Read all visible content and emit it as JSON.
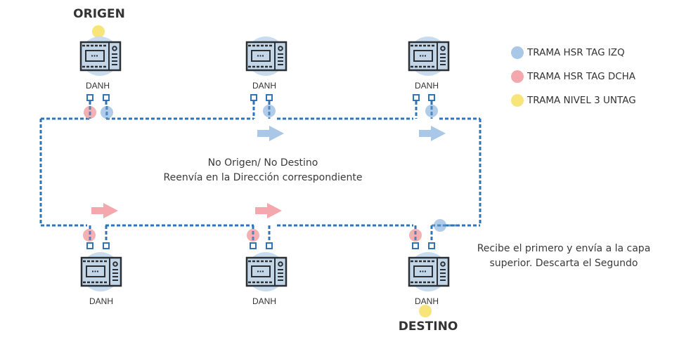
{
  "colors": {
    "izq": "#a9c7e6",
    "dcha": "#f4a7ac",
    "untag": "#f8e57a",
    "link": "#2f74b8",
    "device_halo": "#c9dcee",
    "device_stroke": "#2b2f33",
    "device_fill": "#c3d6e8"
  },
  "labels": {
    "origen": "ORIGEN",
    "destino": "DESTINO",
    "device": "DANH",
    "center_note_line1": "No Origen/ No Destino",
    "center_note_line2": "Reenvía en la Dirección correspondiente",
    "dest_note_line1": "Recibe el primero y envía a la capa",
    "dest_note_line2": "superior. Descarta el Segundo"
  },
  "legend": [
    {
      "label": "TRAMA HSR TAG IZQ",
      "color_key": "izq"
    },
    {
      "label": "TRAMA HSR TAG DCHA",
      "color_key": "dcha"
    },
    {
      "label": "TRAMA NIVEL 3 UNTAG",
      "color_key": "untag"
    }
  ],
  "devices": [
    {
      "id": "top-left",
      "row": "top",
      "col": 0,
      "role": "origen",
      "frames": {
        "left_port": "dcha",
        "right_port": "izq"
      }
    },
    {
      "id": "top-middle",
      "row": "top",
      "col": 1,
      "role": "",
      "frames": {
        "right_port": "izq"
      }
    },
    {
      "id": "top-right",
      "row": "top",
      "col": 2,
      "role": "",
      "frames": {
        "right_port": "izq"
      }
    },
    {
      "id": "bottom-left",
      "row": "bottom",
      "col": 0,
      "role": "",
      "frames": {
        "left_port": "dcha"
      }
    },
    {
      "id": "bottom-middle",
      "row": "bottom",
      "col": 1,
      "role": "",
      "frames": {
        "left_port": "dcha"
      }
    },
    {
      "id": "bottom-right",
      "row": "bottom",
      "col": 2,
      "role": "destino",
      "frames": {
        "left_port": "dcha",
        "right_port_link": "izq"
      }
    }
  ],
  "arrows": [
    {
      "row": "top",
      "between": [
        1,
        2
      ],
      "direction": "right",
      "color_key": "izq"
    },
    {
      "row": "top",
      "between": [
        2,
        3
      ],
      "direction": "right",
      "color_key": "izq"
    },
    {
      "row": "bottom",
      "between": [
        0,
        1
      ],
      "direction": "right",
      "color_key": "dcha"
    },
    {
      "row": "bottom",
      "between": [
        1,
        2
      ],
      "direction": "right",
      "color_key": "dcha"
    }
  ]
}
